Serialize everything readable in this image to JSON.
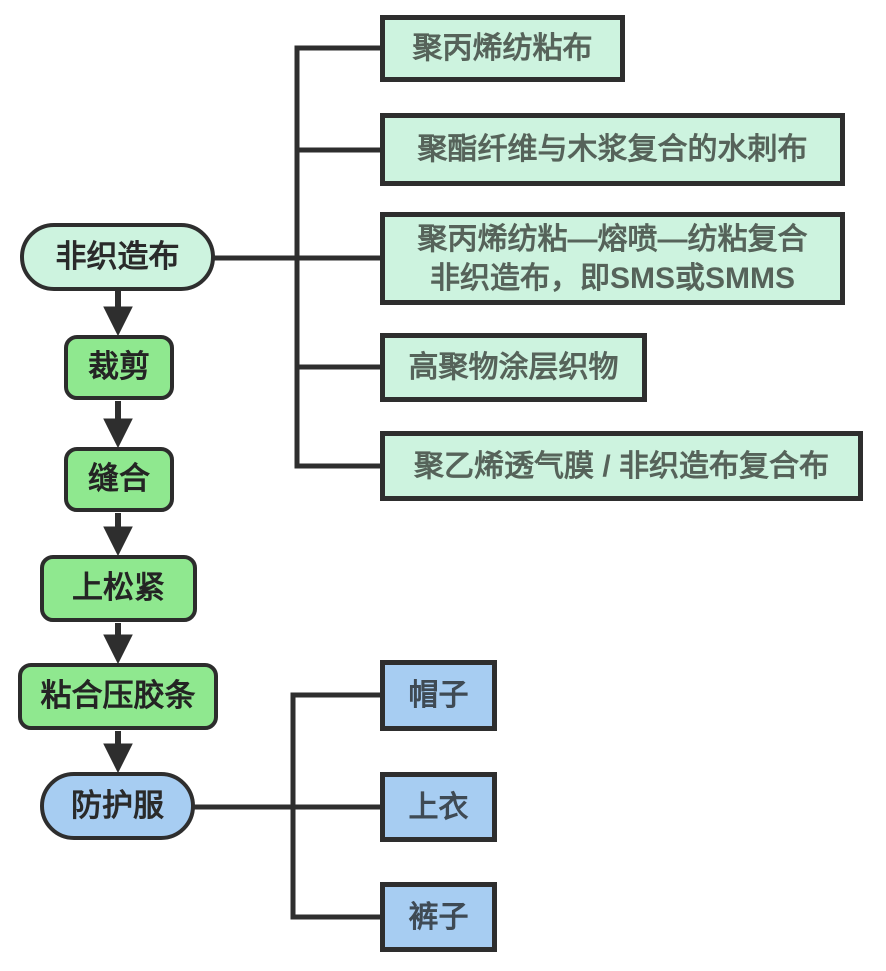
{
  "flow": [
    {
      "label": "非织造布"
    },
    {
      "label": "裁剪"
    },
    {
      "label": "缝合"
    },
    {
      "label": "上松紧"
    },
    {
      "label": "粘合压胶条"
    },
    {
      "label": "防护服"
    }
  ],
  "materials": [
    {
      "label": "聚丙烯纺粘布"
    },
    {
      "label": "聚酯纤维与木浆复合的水刺布"
    },
    {
      "label": "聚丙烯纺粘—熔喷—纺粘复合",
      "label2": "非织造布，即SMS或SMMS"
    },
    {
      "label": "高聚物涂层织物"
    },
    {
      "label": "聚乙烯透气膜 / 非织造布复合布"
    }
  ],
  "products": [
    {
      "label": "帽子"
    },
    {
      "label": "上衣"
    },
    {
      "label": "裤子"
    }
  ],
  "colors": {
    "mint_fill": "#cdf3df",
    "green_fill": "#8fe88f",
    "blue_fill": "#a7cdf2",
    "outline": "#2e2e2e",
    "mint_text": "#56635a",
    "dark_text": "#2a2a2a",
    "blue_text": "#3f4a54"
  }
}
